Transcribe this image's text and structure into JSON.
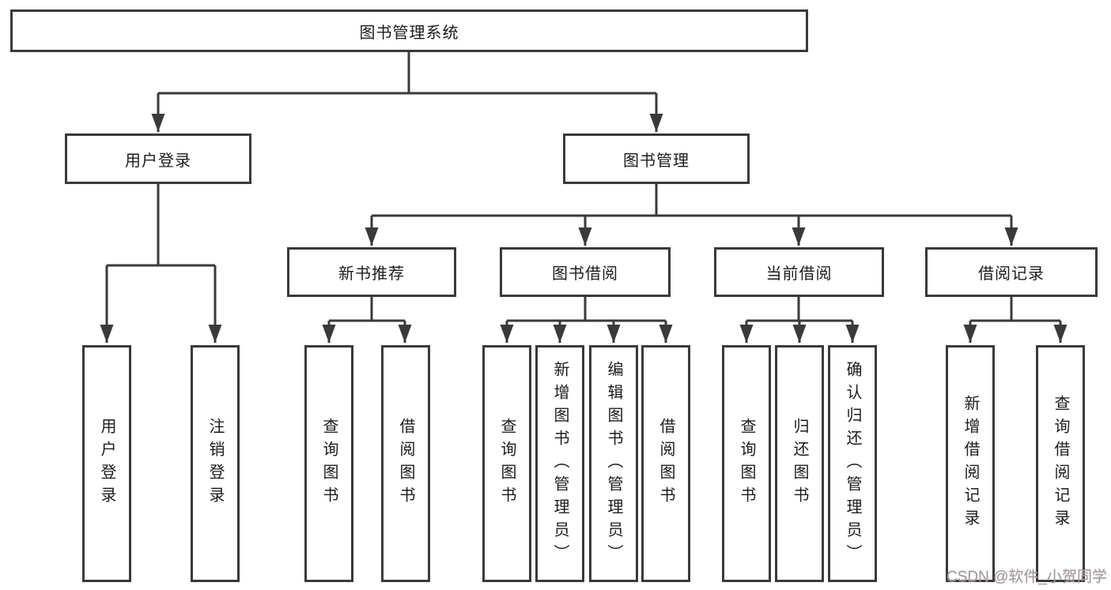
{
  "tree": {
    "root": "图书管理系统",
    "branches": [
      {
        "label": "用户登录",
        "children": [
          {
            "label": "用户登录"
          },
          {
            "label": "注销登录"
          }
        ]
      },
      {
        "label": "图书管理",
        "children": [
          {
            "label": "新书推荐",
            "children": [
              {
                "label": "查询图书"
              },
              {
                "label": "借阅图书"
              }
            ]
          },
          {
            "label": "图书借阅",
            "children": [
              {
                "label": "查询图书"
              },
              {
                "label": "新增图书（管理员）"
              },
              {
                "label": "编辑图书（管理员）"
              },
              {
                "label": "借阅图书"
              }
            ]
          },
          {
            "label": "当前借阅",
            "children": [
              {
                "label": "查询图书"
              },
              {
                "label": "归还图书"
              },
              {
                "label": "确认归还（管理员）"
              }
            ]
          },
          {
            "label": "借阅记录",
            "children": [
              {
                "label": "新增借阅记录"
              },
              {
                "label": "查询借阅记录"
              }
            ]
          }
        ]
      }
    ]
  },
  "watermark": {
    "text": "CSDN @软件_小贺同学"
  },
  "colors": {
    "line": "#3a3a3a",
    "box_border": "#3a3a3a",
    "box_fill": "#ffffff",
    "text": "#1c1c1c",
    "watermark": "#9b9b9b",
    "background": "#ffffff"
  }
}
